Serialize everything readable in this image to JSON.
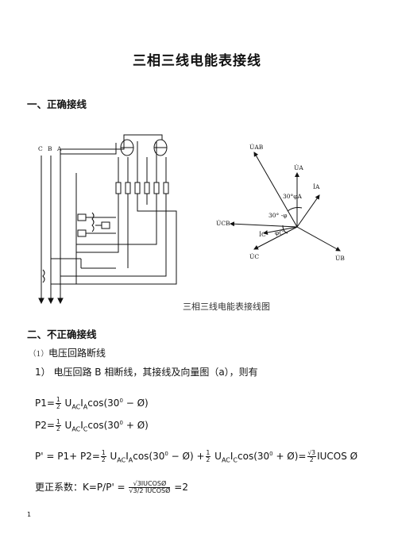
{
  "title": "三相三线电能表接线",
  "section1": {
    "heading": "一、正确接线"
  },
  "wiring_diagram": {
    "phase_labels": [
      "C",
      "B",
      "A"
    ]
  },
  "vector_diagram": {
    "labels": {
      "uab": "U̇AB",
      "ua": "U̇A",
      "ia": "İA",
      "angle_30_phia": "30°φA",
      "angle_30_minus_phi": "30° -φ",
      "ucb": "U̇CB",
      "ic": "İC",
      "phic": "φC",
      "uc": "U̇C",
      "ub": "U̇B"
    }
  },
  "figure_caption": "三相三线电能表接线图",
  "section2": {
    "heading": "二、不正确接线",
    "sub_marker": "（1）",
    "sub_heading": "电压回路断线",
    "item_marker": "1）",
    "item_text": "电压回路 B 相断线，其接线及向量图（a），则有"
  },
  "equations": {
    "p1_lhs": "P1=",
    "p1_rhs": "UACIAcos(30⁰ −Ø)",
    "p2_lhs": "P2=",
    "p2_rhs": "UACICcos(30⁰ +Ø)",
    "p_prime": "P' = P1+ P2= ½ UACIAcos(30⁰ − Ø) + ½ UACICcos(30⁰ + Ø)= √3/2 IUCOS Ø",
    "correction_label": "更正系数：K=P/P' =",
    "correction_num": "√3IUCOSØ",
    "correction_den": "√3/2 IUCOSØ",
    "correction_result": "=2"
  },
  "page_number": "1"
}
